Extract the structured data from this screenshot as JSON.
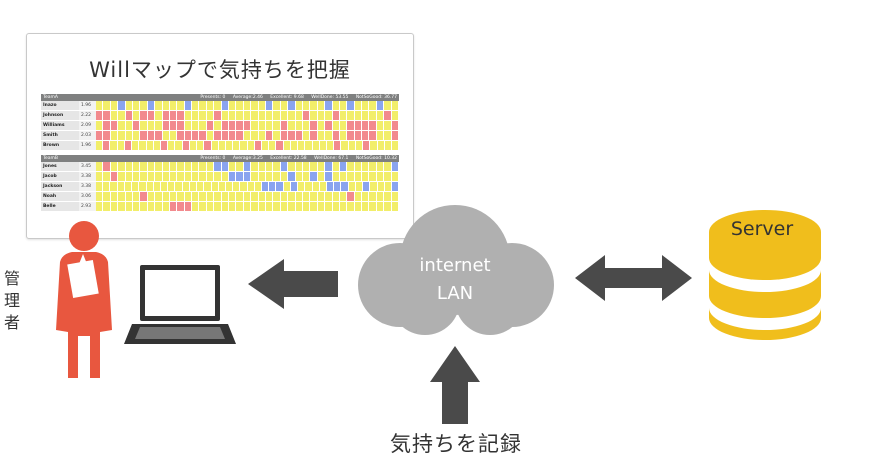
{
  "card": {
    "title": "Willマップで気持ちを把握",
    "teams": [
      {
        "name": "TeamA",
        "stats": [
          "Presents: 0",
          "Average:2.46",
          "Excellent: 9.68",
          "WellDone: 53.55",
          "NotSoGood: 36.77"
        ],
        "rows": [
          {
            "name": "Inazo",
            "score": "1.96",
            "cells": "yyybyyybyyyybyyyybyyyyybyybyyyybyybyyybyy"
          },
          {
            "name": "Johnson",
            "score": "2.22",
            "cells": "rryyryrryrrryyyyryyyyyyyyyyyryyyryyyyyyry"
          },
          {
            "name": "Williams",
            "score": "2.09",
            "cells": "yrryyryyyrrryyyryrrrryyyyryyyryryyrrrryyr"
          },
          {
            "name": "Smith",
            "score": "2.03",
            "cells": "rryyyyrrryyrrrryrrrryyyryrrryryyryrrrryyr"
          },
          {
            "name": "Brown",
            "score": "1.96",
            "cells": "yryyryyyyryyryyryyyyyyryyryyyyyyyryyyryyyy"
          }
        ]
      },
      {
        "name": "TeamB",
        "stats": [
          "Presents: 0",
          "Average:3.25",
          "Excellent: 22.58",
          "WellDone: 67.1",
          "NotSoGood: 10.32"
        ],
        "rows": [
          {
            "name": "Jones",
            "score": "3.45",
            "cells": "yryyyyyyyyyyyyyybbyybyyyybyyyyybybyyyyyyb"
          },
          {
            "name": "Jacob",
            "score": "3.38",
            "cells": "yyryyyyyyyyyyyyyyybbbyyyyybyybybyyyyyyyyy"
          },
          {
            "name": "Jackson",
            "score": "3.38",
            "cells": "yyyyyyyyyyyyyyyyyyyyyyybbbybyyyybbbyybyyyb"
          },
          {
            "name": "Noah",
            "score": "3.06",
            "cells": "yyyyyyryyyyyyyyyyyyyyyyyyyyyyyyyyyryyyyyy"
          },
          {
            "name": "Belle",
            "score": "2.93",
            "cells": "yyyyyyyyyyrrryyyyyyyyyyyyyyyyyyyyyyyyyyyy"
          }
        ]
      }
    ]
  },
  "cloud": {
    "line1": "internet",
    "line2": "LAN"
  },
  "server": {
    "label": "Server"
  },
  "admin_label": [
    "管",
    "理",
    "者"
  ],
  "bottom_label": "気持ちを記録",
  "colors": {
    "person": "#e8573f",
    "arrow": "#4a4a4a",
    "cloud": "#b0b0b0",
    "server": "#f0be1c",
    "cell_yellow": "#f2ee6a",
    "cell_red": "#f28a8e",
    "cell_blue": "#8aa4ef"
  }
}
